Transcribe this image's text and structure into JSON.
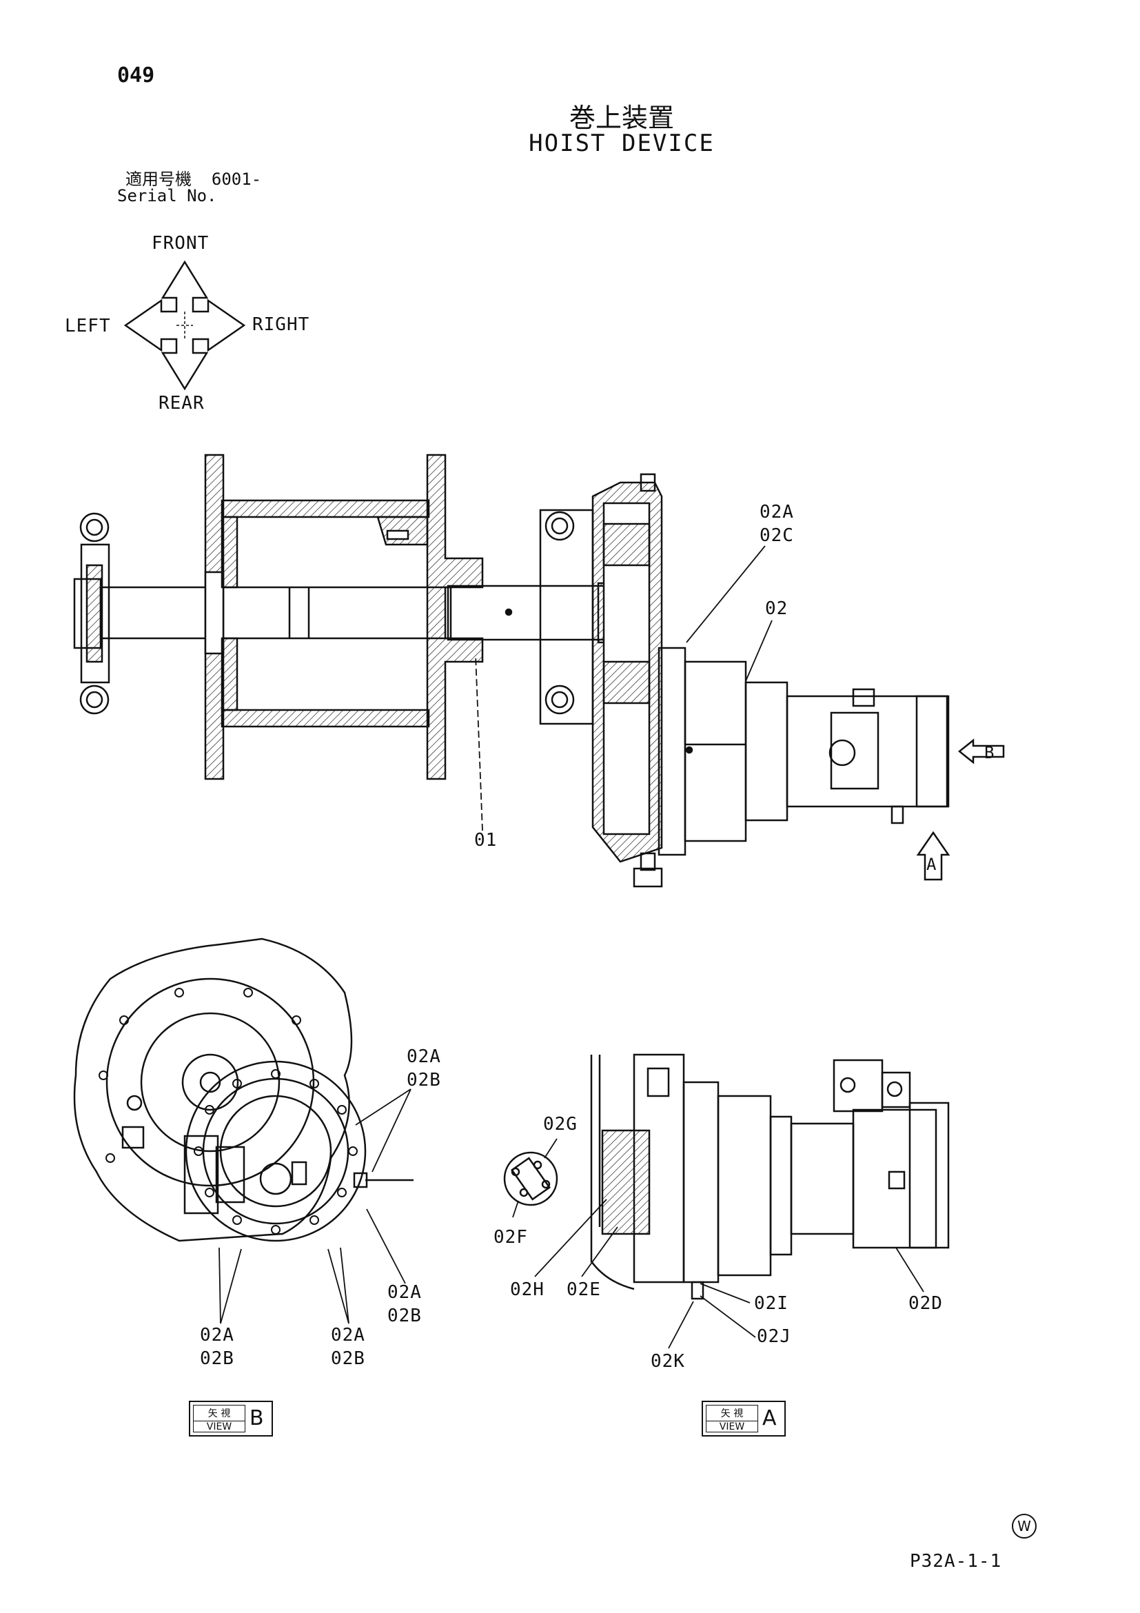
{
  "header": {
    "page_number": "049",
    "title_jp": "巻上装置",
    "title_en": "HOIST DEVICE",
    "serial_label_jp": "適用号機",
    "serial_value": "6001-",
    "serial_label_en": "Serial No."
  },
  "compass": {
    "front": "FRONT",
    "left": "LEFT",
    "right": "RIGHT",
    "rear": "REAR"
  },
  "main_view": {
    "labels": [
      "02A",
      "02C",
      "02",
      "01"
    ],
    "arrow_b": "B",
    "arrow_a": "A"
  },
  "view_b": {
    "labels": [
      "02A",
      "02B",
      "02A",
      "02B",
      "02A",
      "02B",
      "02A",
      "02B"
    ],
    "tag_jp": "矢 視",
    "tag_en": "VIEW",
    "tag_letter": "B"
  },
  "view_a": {
    "labels": [
      "02G",
      "02F",
      "02H",
      "02E",
      "02I",
      "02J",
      "02K",
      "02D"
    ],
    "tag_jp": "矢 視",
    "tag_en": "VIEW",
    "tag_letter": "A"
  },
  "footer": {
    "watermark": "W",
    "page_code": "P32A-1-1"
  }
}
